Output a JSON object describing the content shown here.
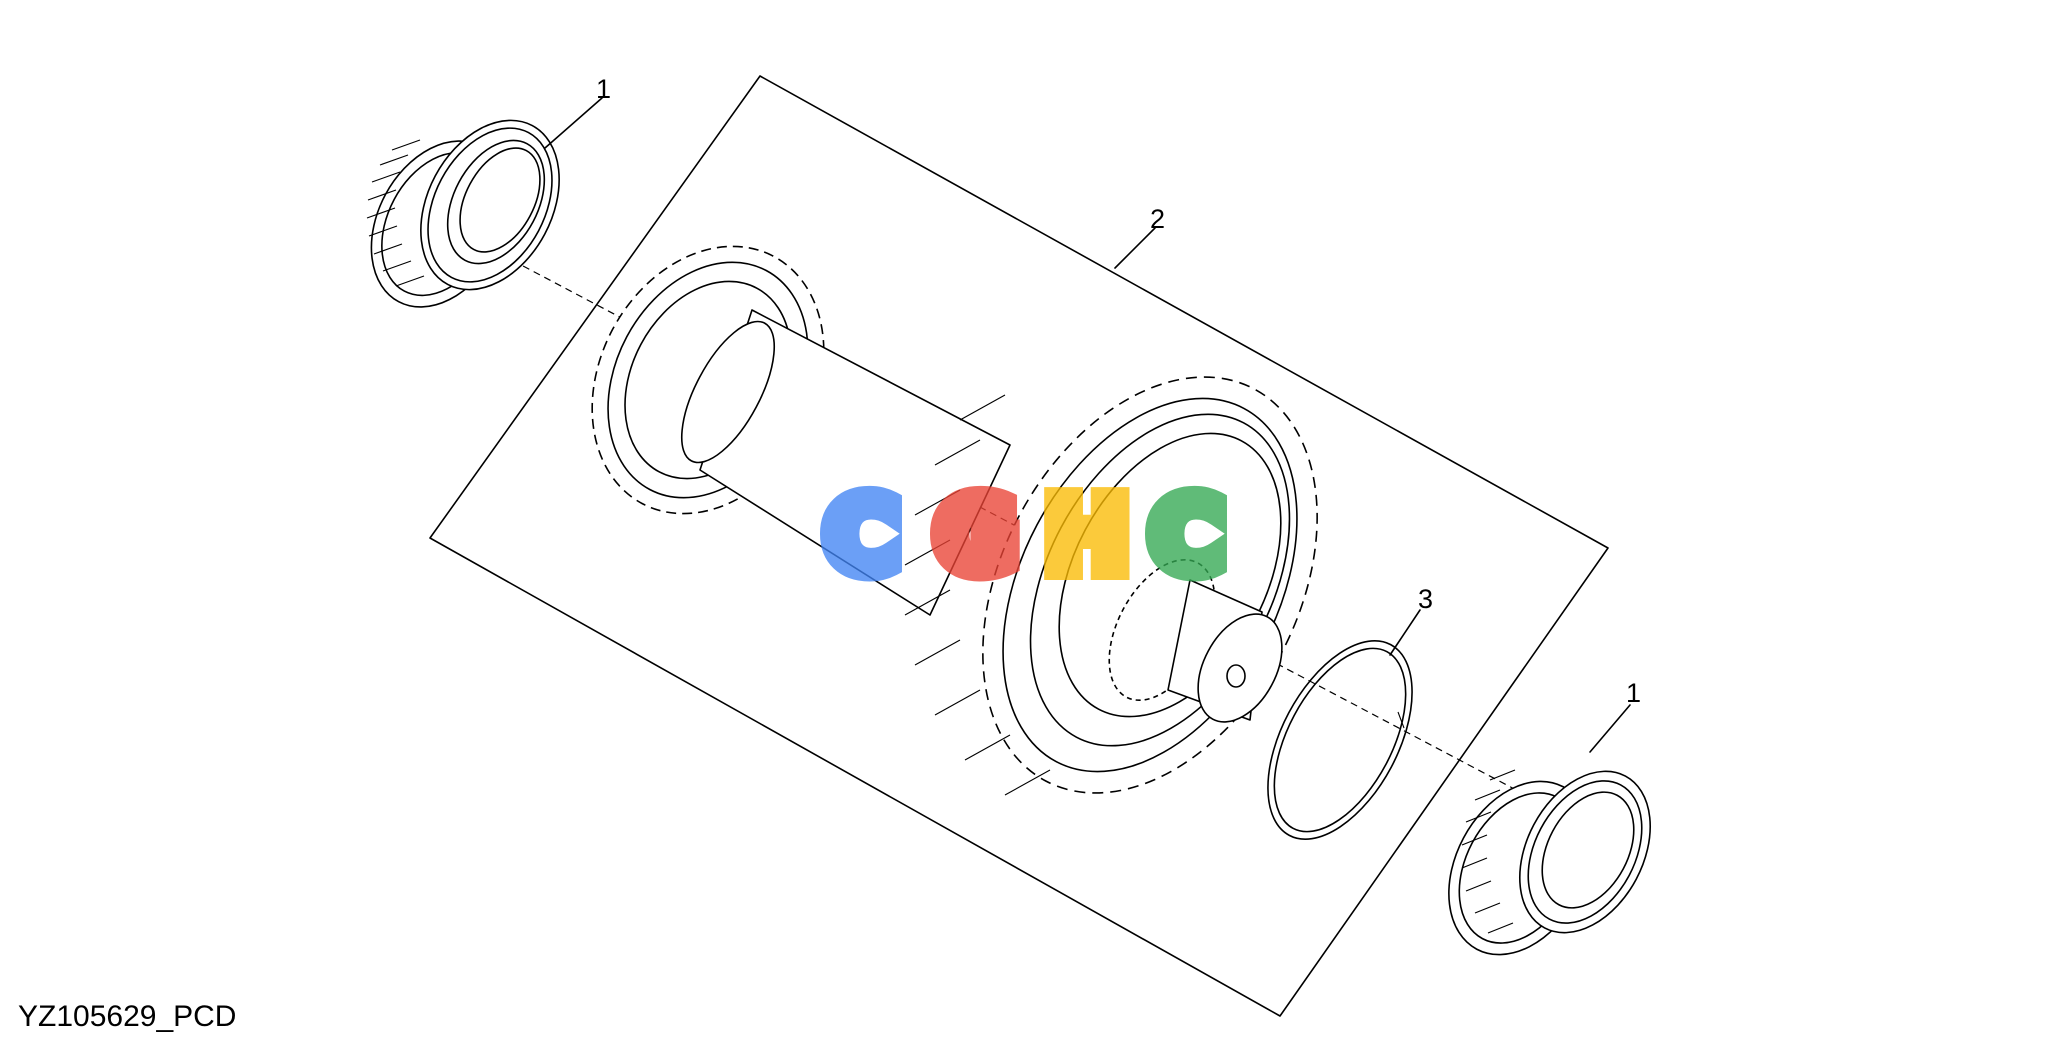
{
  "drawing_code": "YZ105629_PCD",
  "callouts": {
    "bearing_top": "1",
    "gear_assembly": "2",
    "snap_ring": "3",
    "bearing_bottom": "1"
  },
  "watermark": {
    "letters": [
      "C",
      "G",
      "H",
      "C"
    ],
    "colors": [
      "#4285f4",
      "#ea4335",
      "#fbbc05",
      "#34a853"
    ]
  },
  "icons": [
    "tapered-roller-bearing-icon",
    "cluster-gear-shaft-icon",
    "snap-ring-icon"
  ]
}
